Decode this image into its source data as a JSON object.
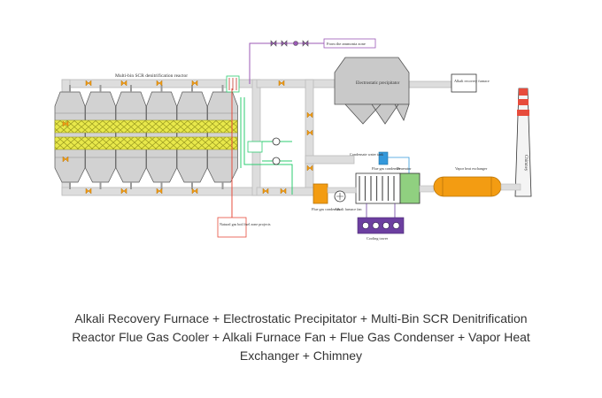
{
  "diagram": {
    "labels": {
      "reactor": "Multi-bin SCR denitrification reactor",
      "ammonia": "From the ammonia zone",
      "esp": "Electrostatic precipitator",
      "alkali_furnace": "Alkali recovery furnace",
      "chimney": "Chimney",
      "gas_zone": "Natural gas boil fuel zone projects",
      "condenser_water_tank": "Condensate water tank",
      "flue_gas_condenser_inner": "Flue gas condenser",
      "deaerator": "Deaerator",
      "vapor_heat_exchanger": "Vapor heat exchanger",
      "flue_gas_condenser": "Flue gas condenser",
      "alkali_fan": "Alkali furnace fan",
      "cooling_tower": "Cooling tower"
    },
    "colors": {
      "duct": "#dddddd",
      "catalyst": "#e8e84a",
      "valve": "#f39c12",
      "ammonia_line": "#9b59b6",
      "water_line": "#2ecc71",
      "gas_line": "#e74c3c",
      "cooling": "#6c3fa0",
      "heat_exchanger": "#f39c12",
      "deaerator": "#90d080",
      "tank": "#3498db",
      "chimney_band": "#e74c3c"
    }
  },
  "caption": {
    "line1": "Alkali Recovery Furnace + Electrostatic Precipitator + Multi-Bin SCR Denitrification",
    "line2": "Reactor Flue Gas Cooler + Alkali Furnace Fan + Flue Gas Condenser + Vapor Heat",
    "line3": "Exchanger + Chimney"
  }
}
